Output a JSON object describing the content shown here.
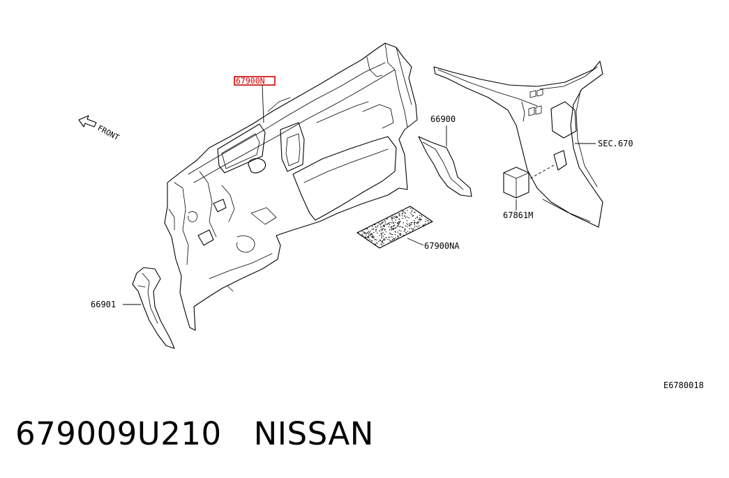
{
  "diagram": {
    "front_label": "FRONT",
    "drawing_number": "E6780018",
    "highlight_color": "#cc0000",
    "callouts": {
      "highlighted": "67900N",
      "insulator_rh": "66900",
      "section_ref": "SEC.670",
      "block": "67861M",
      "pad": "67900NA",
      "insulator_lh": "66901"
    }
  },
  "caption": {
    "part_number": "679009U210",
    "brand": "NISSAN"
  }
}
